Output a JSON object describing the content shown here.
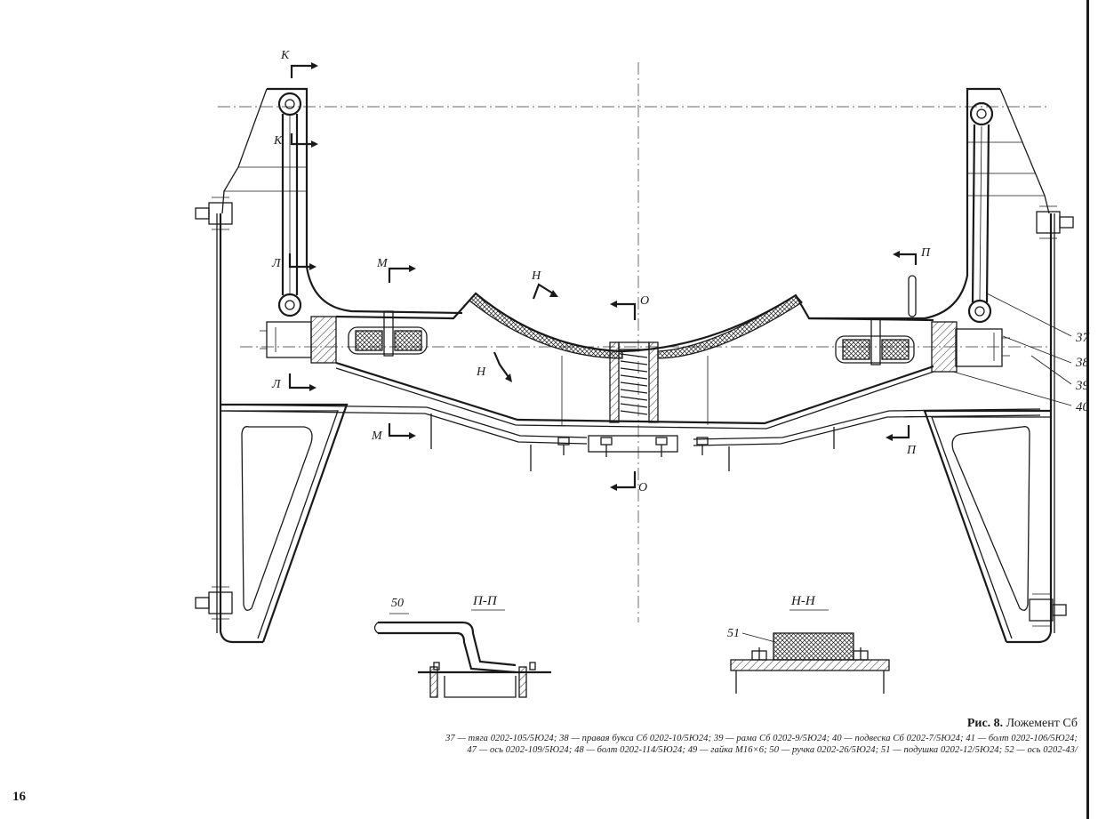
{
  "figure": {
    "number_label": "Рис. 8.",
    "title": "Ложемент Сб"
  },
  "legend": {
    "line1": "37 — тяга 0202-105/5Ю24;  38 — правая букса Сб 0202-10/5Ю24;  39 — рама Сб 0202-9/5Ю24;  40 — подвеска Сб 0202-7/5Ю24;  41 — болт 0202-106/5Ю24;",
    "line2": "47 — ось 0202-109/5Ю24;  48 — болт 0202-114/5Ю24;  49 — гайка М16×6;   50 — ручка 0202-26/5Ю24;  51 — подушка 0202-12/5Ю24;  52 — ось 0202-43/"
  },
  "page_number": "16",
  "callouts": {
    "p37": "37",
    "p38": "38",
    "p39": "39",
    "p40": "40",
    "p50": "50",
    "p51": "51"
  },
  "section_marks": {
    "K": "К",
    "L": "Л",
    "M": "М",
    "N": "Н",
    "O": "О",
    "P": "П"
  },
  "section_views": {
    "pp": "П-П",
    "nn": "Н-Н"
  }
}
